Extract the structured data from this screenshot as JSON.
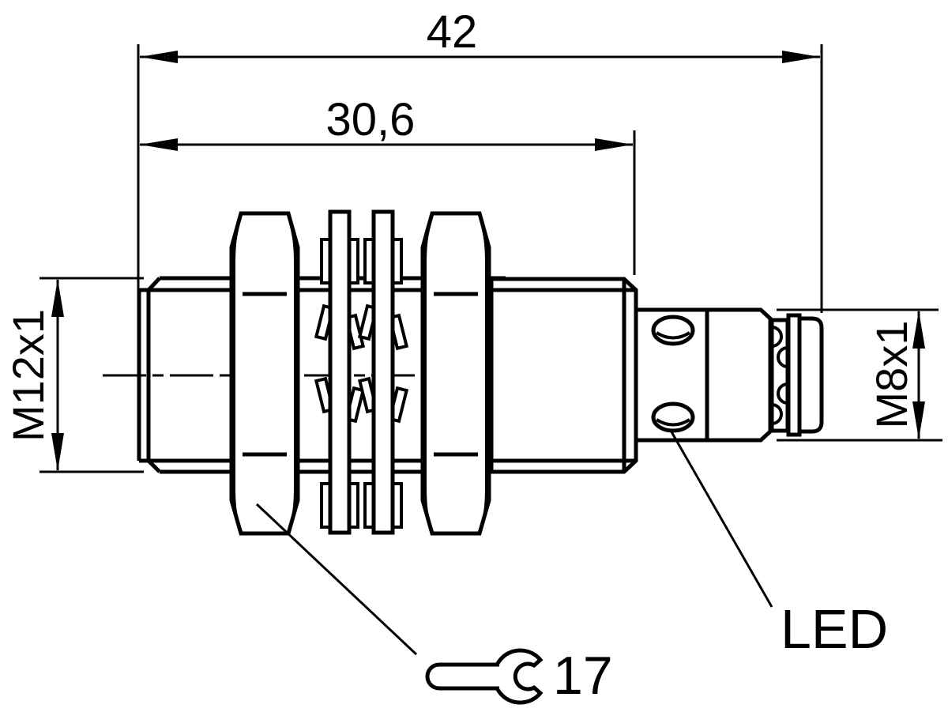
{
  "drawing": {
    "type": "technical-dimension-drawing",
    "subject": "inductive-sensor-side-view",
    "dimensions": {
      "overall_length": "42",
      "housing_length": "30,6",
      "barrel_thread": "M12x1",
      "connector_thread": "M8x1"
    },
    "callouts": {
      "led_label": "LED",
      "wrench_size": "17"
    },
    "colors": {
      "line": "#000000",
      "background": "#ffffff"
    }
  }
}
